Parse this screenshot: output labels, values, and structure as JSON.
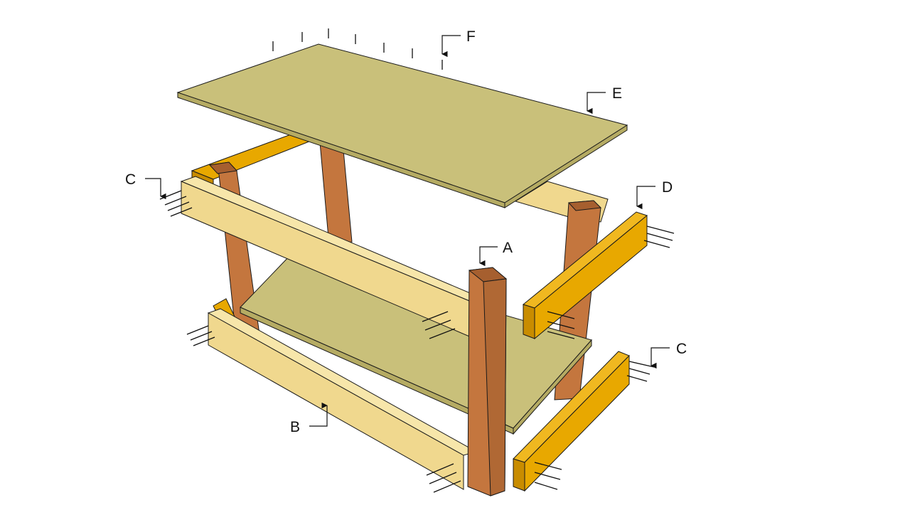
{
  "labels": {
    "A": "A",
    "B": "B",
    "C_left": "C",
    "C_right": "C",
    "D": "D",
    "E": "E",
    "F": "F"
  },
  "colors": {
    "background": "#ffffff",
    "plywood": "#c9c07a",
    "plywood_edge": "#b5ab63",
    "leg": "#c4763e",
    "leg_dark": "#a65f2f",
    "rail_light": "#f0d88e",
    "rail_light_top": "#f7e6aa",
    "rail_gold": "#e8a800",
    "rail_gold_dark": "#c88c00",
    "outline": "#1a1a1a"
  }
}
